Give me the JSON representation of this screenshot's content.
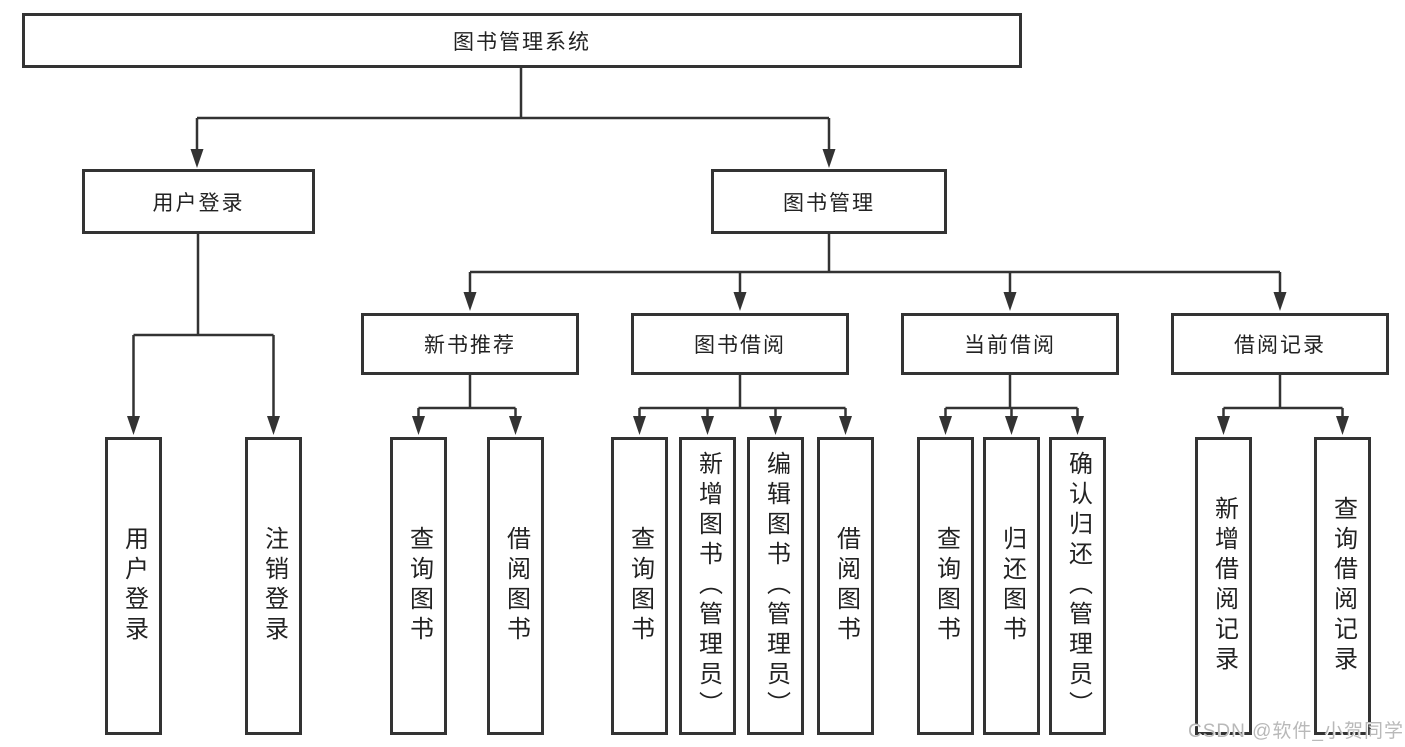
{
  "diagram": {
    "root": {
      "label": "图书管理系统"
    },
    "branches": [
      {
        "label": "用户登录",
        "children": [
          "用户登录",
          "注销登录"
        ]
      },
      {
        "label": "图书管理",
        "groups": [
          {
            "label": "新书推荐",
            "children": [
              "查询图书",
              "借阅图书"
            ]
          },
          {
            "label": "图书借阅",
            "children": [
              "查询图书",
              "新增图书（管理员）",
              "编辑图书（管理员）",
              "借阅图书"
            ]
          },
          {
            "label": "当前借阅",
            "children": [
              "查询图书",
              "归还图书",
              "确认归还（管理员）"
            ]
          },
          {
            "label": "借阅记录",
            "children": [
              "新增借阅记录",
              "查询借阅记录"
            ]
          }
        ]
      }
    ]
  },
  "colors": {
    "line": "#333333",
    "box_border": "#333333",
    "text": "#222222",
    "background": "#ffffff",
    "watermark": "#b9b9b9"
  },
  "watermark": {
    "text": "CSDN @软件_小贺同学"
  }
}
